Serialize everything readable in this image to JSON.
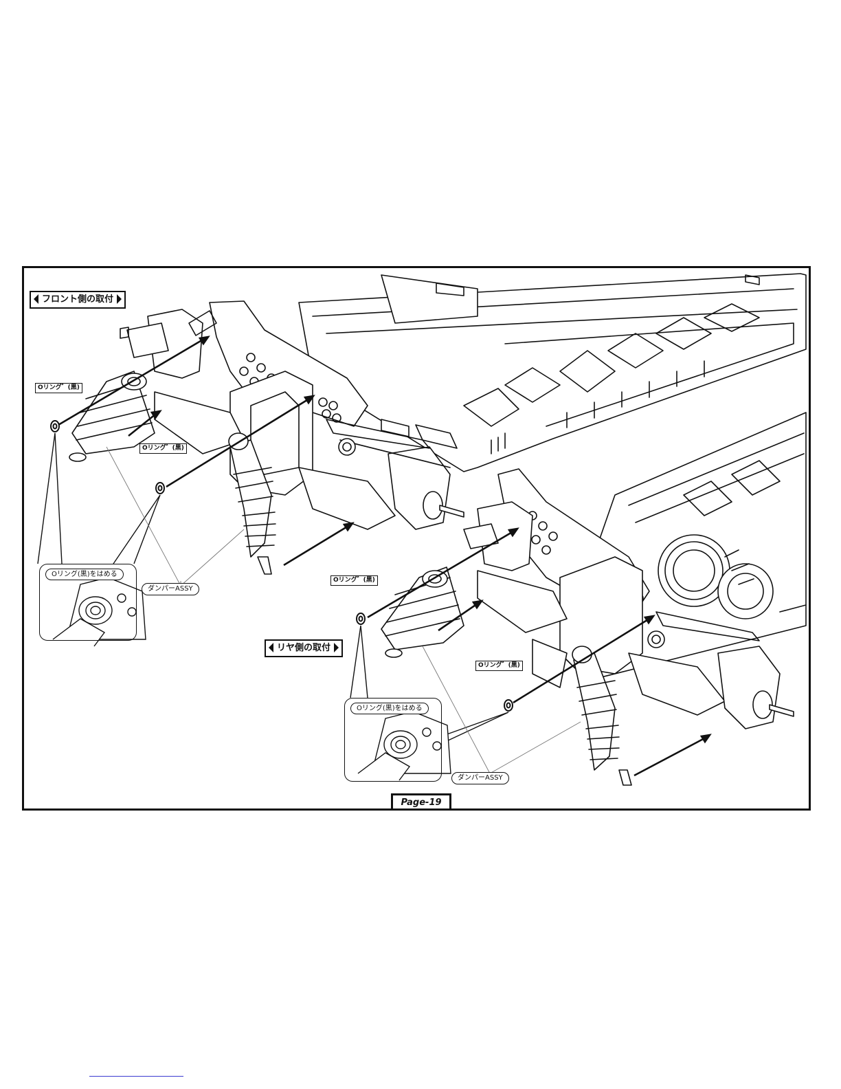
{
  "front_section": {
    "title": "フロント側の取付",
    "oring_label_1": "Oリング゛(黒)",
    "oring_label_2": "Oリング゛(黒)",
    "detail_title": "Oリング(黒)をはめる",
    "damper_label": "ダンパーASSY"
  },
  "rear_section": {
    "title": "リヤ側の取付",
    "oring_label_1": "Oリング゛(黒)",
    "oring_label_2": "Oリング゛(黒)",
    "detail_title": "Oリング(黒)をはめる",
    "damper_label": "ダンパーASSY"
  },
  "page_label": "Page-19",
  "colors": {
    "ink": "#111111",
    "fill": "#ffffff",
    "shade": "#9a9a9a",
    "link": "#3a3ad0"
  }
}
